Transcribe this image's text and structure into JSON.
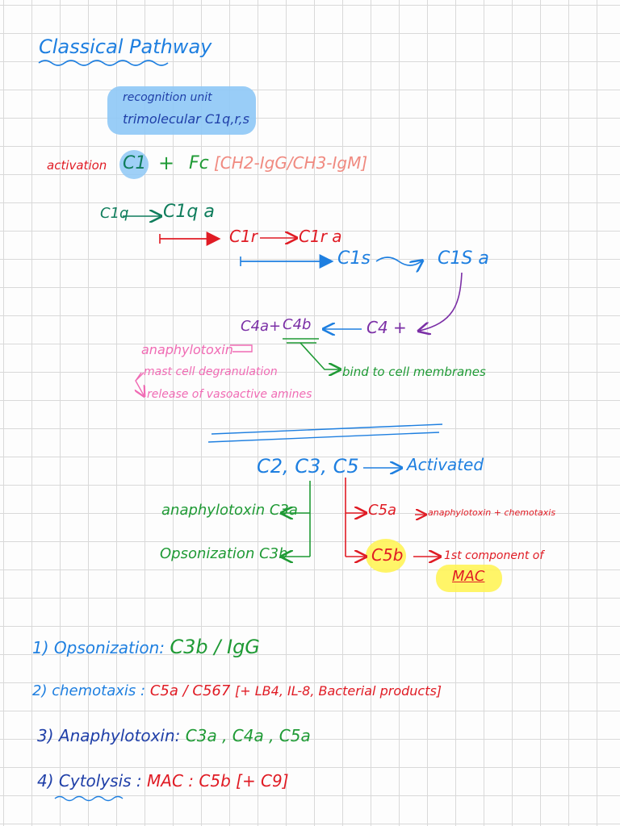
{
  "title": "Classical Pathway",
  "recognition": {
    "line1": "recognition unit",
    "line2": "trimolecular C1q,r,s"
  },
  "activation": {
    "label": "activation",
    "c1": "C1",
    "plus": "+",
    "fc": "Fc",
    "bracket": "[CH2-IgG/CH3-IgM]"
  },
  "cascade": {
    "c1q": "C1q",
    "c1qa": "C1q a",
    "c1r": "C1r",
    "c1ra": "C1r a",
    "c1s": "C1s",
    "c1sa": "C1S a",
    "c4": "C4 +",
    "c4a": "C4a",
    "plus": "+",
    "c4b": "C4b",
    "bind": "bind to cell membranes"
  },
  "anaphylotoxin_block": {
    "title": "anaphylotoxin",
    "item1": "mast cell degranulation",
    "item2": "release of vasoactive amines"
  },
  "c235": {
    "label": "C2, C3, C5",
    "activated": "Activated",
    "c3a": "anaphylotoxin C3a",
    "c3b": "Opsonization C3b",
    "c5a": "C5a",
    "c5a_effect": "anaphylotoxin + chemotaxis",
    "c5b": "C5b",
    "mac_note": "1st component of",
    "mac": "MAC"
  },
  "summary": [
    {
      "num": "1)",
      "term": "Opsonization",
      "sep": ":",
      "value": "C3b / IgG",
      "extra": ""
    },
    {
      "num": "2)",
      "term": "chemotaxis",
      "sep": ":",
      "value": "C5a / C567",
      "extra": "[+ LB4, IL-8, Bacterial products]"
    },
    {
      "num": "3)",
      "term": "Anaphylotoxin",
      "sep": ":",
      "value": "C3a , C4a , C5a",
      "extra": ""
    },
    {
      "num": "4)",
      "term": "Cytolysis",
      "sep": ":",
      "value": "MAC : C5b",
      "extra": "[+ C9]"
    }
  ]
}
